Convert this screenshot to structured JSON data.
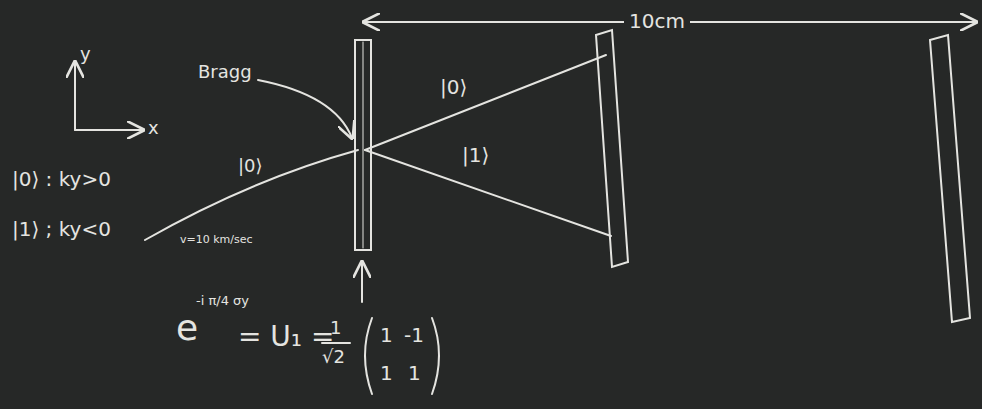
{
  "diagram": {
    "labels": [
      "y",
      "x",
      "Bragg",
      "|0⟩ : ky>0",
      "|1⟩ ; ky<0",
      "|0⟩",
      "v=10 km/sec",
      "|0⟩",
      "|1⟩",
      "10cm",
      "e",
      "-i π/4 σy",
      "= U₁ =",
      "1",
      "√2",
      "1",
      "-1",
      "1",
      "1"
    ]
  }
}
